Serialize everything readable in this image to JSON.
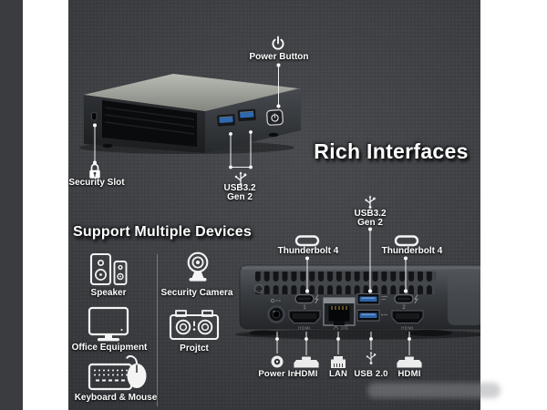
{
  "headlines": {
    "top": "Rich Interfaces",
    "bottom": "Support Multiple Devices"
  },
  "front_view": {
    "callouts": {
      "power_button": "Power Button",
      "security_slot": "Security Slot",
      "usb_line1": "USB3.2",
      "usb_line2": "Gen 2"
    }
  },
  "supported_devices": {
    "items": [
      {
        "label": "Speaker"
      },
      {
        "label": "Security Camera"
      },
      {
        "label": "Office Equipment"
      },
      {
        "label": "Projtct"
      },
      {
        "label": "Keyboard & Mouse"
      }
    ]
  },
  "rear_view": {
    "top_callouts": {
      "thunderbolt_left": "Thunderbolt 4",
      "usb_line1": "USB3.2",
      "usb_line2": "Gen 2",
      "thunderbolt_right": "Thunderbolt 4"
    },
    "bottom_callouts": {
      "power_in": "Power In",
      "hdmi_left": "HDMI",
      "lan": "LAN",
      "usb20": "USB 2.0",
      "hdmi_right": "HDMI"
    },
    "panel_markings": {
      "usbc_left": "1",
      "usbc_right": "2",
      "hdmi_left": "HDMI",
      "hdmi_right": "HDMI",
      "lan": "10G"
    }
  },
  "colors": {
    "photo_background": "#3c3e42",
    "usb_port_blue": "#2e69b0",
    "label_text": "#ffffff"
  }
}
